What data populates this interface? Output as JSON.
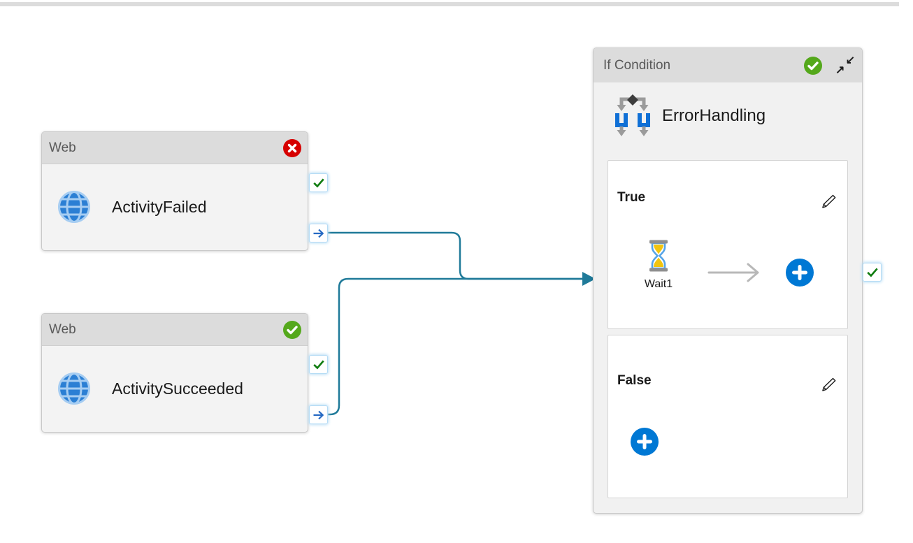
{
  "colors": {
    "connector": "#1f7a99",
    "error_badge": "#d60000",
    "success_badge": "#54a81b",
    "check_green": "#107c10",
    "arrow_blue": "#2569c3",
    "add_blue": "#0078d4",
    "header_gray": "#dcdcdc",
    "body_gray": "#f3f3f3",
    "globe_blue": "#2b7fd4",
    "globe_lines": "#a6cdf2",
    "sand_yellow": "#f2c40f",
    "glass_blue": "#55a4e8",
    "branch_gray": "#9b9b9b",
    "branch_blue": "#1070d6",
    "diamond_dark": "#3d3d3d",
    "pencil": "#1a1a1a",
    "gray_arrow": "#b8b8b8"
  },
  "icons": {
    "activity_failed_badge": "error-badge",
    "activity_succeeded_badge": "success-badge",
    "if_condition_badge": "success-badge",
    "web_activity": "globe-icon",
    "if_condition_activity": "branch-icon",
    "wait_activity": "hourglass-icon",
    "branch_edit": "pencil-icon",
    "branch_add": "plus-icon",
    "header_collapse": "collapse-arrows-icon",
    "port_success": "check-icon",
    "port_output": "arrow-right-icon"
  },
  "nodes": {
    "activity_failed": {
      "type_label": "Web",
      "name": "ActivityFailed",
      "status_icon": "error-badge"
    },
    "activity_succeeded": {
      "type_label": "Web",
      "name": "ActivitySucceeded",
      "status_icon": "success-badge"
    },
    "if_condition": {
      "type_label": "If Condition",
      "name": "ErrorHandling",
      "status_icon": "success-badge",
      "true_branch": {
        "label": "True",
        "activity": {
          "name": "Wait1"
        }
      },
      "false_branch": {
        "label": "False"
      }
    }
  },
  "collapse_glyphs": {
    "down_left": "↙",
    "up_right": "↗"
  }
}
